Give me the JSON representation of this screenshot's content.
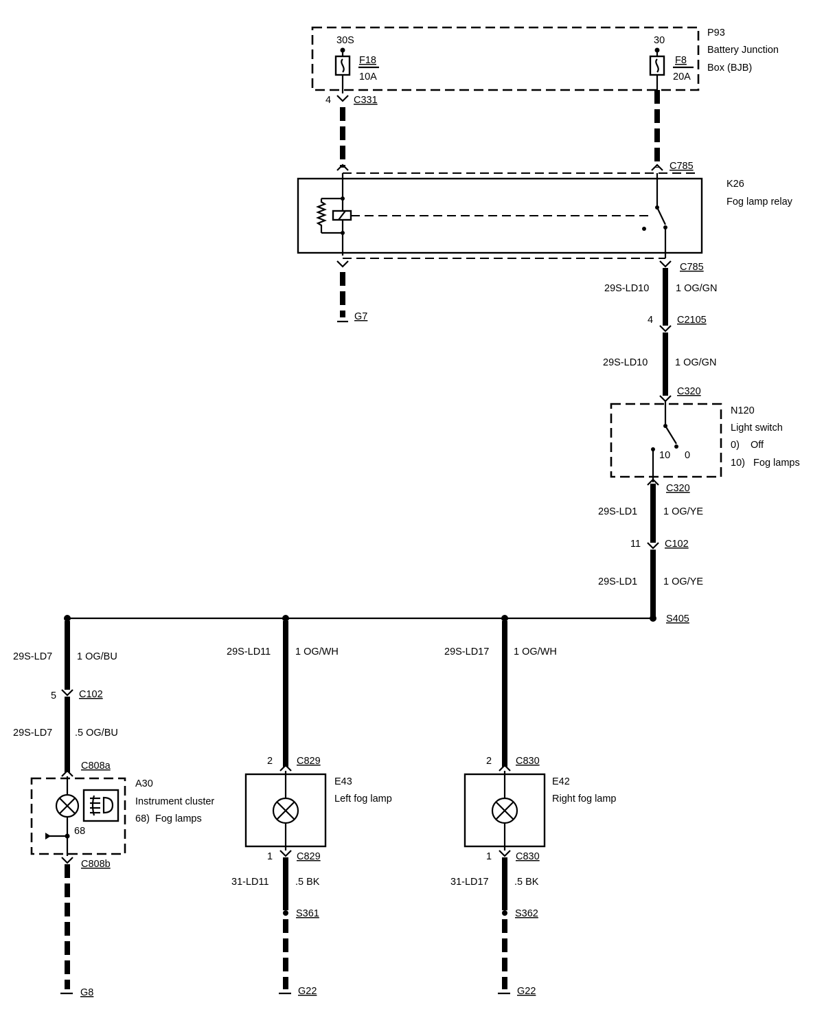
{
  "components": {
    "p93": {
      "ref": "P93",
      "name1": "Battery Junction",
      "name2": "Box (BJB)"
    },
    "k26": {
      "ref": "K26",
      "name": "Fog lamp relay"
    },
    "n120": {
      "ref": "N120",
      "name": "Light switch",
      "opt1": "0)    Off",
      "opt2": "10)   Fog lamps",
      "pos10": "10",
      "pos0": "0"
    },
    "a30": {
      "ref": "A30",
      "name": "Instrument cluster",
      "func": "68)  Fog lamps",
      "pin": "68"
    },
    "e43": {
      "ref": "E43",
      "name": "Left fog lamp"
    },
    "e42": {
      "ref": "E42",
      "name": "Right fog lamp"
    }
  },
  "fuses": {
    "f18": {
      "id": "F18",
      "rating": "10A",
      "supply": "30S"
    },
    "f8": {
      "id": "F8",
      "rating": "20A",
      "supply": "30"
    }
  },
  "connectors": {
    "c331": "C331",
    "c331_pin": "4",
    "c785_top": "C785",
    "c785_bot": "C785",
    "c2105": "C2105",
    "c2105_pin": "4",
    "c320_top": "C320",
    "c320_bot": "C320",
    "c102_main": "C102",
    "c102_main_pin": "11",
    "c102_a30": "C102",
    "c102_a30_pin": "5",
    "c808a": "C808a",
    "c808b": "C808b",
    "c829_top": "C829",
    "c829_top_pin": "2",
    "c829_bot": "C829",
    "c829_bot_pin": "1",
    "c830_top": "C830",
    "c830_top_pin": "2",
    "c830_bot": "C830",
    "c830_bot_pin": "1"
  },
  "splices": {
    "s405": "S405",
    "s361": "S361",
    "s362": "S362"
  },
  "grounds": {
    "g7": "G7",
    "g8": "G8",
    "g22_left": "G22",
    "g22_right": "G22"
  },
  "wires": {
    "w1": {
      "circuit": "29S-LD10",
      "spec": "1 OG/GN"
    },
    "w2": {
      "circuit": "29S-LD10",
      "spec": "1 OG/GN"
    },
    "w3": {
      "circuit": "29S-LD1",
      "spec": "1 OG/YE"
    },
    "w4": {
      "circuit": "29S-LD1",
      "spec": "1 OG/YE"
    },
    "w5": {
      "circuit": "29S-LD7",
      "spec": "1 OG/BU"
    },
    "w6": {
      "circuit": "29S-LD7",
      "spec": ".5 OG/BU"
    },
    "w7": {
      "circuit": "29S-LD11",
      "spec": "1 OG/WH"
    },
    "w8": {
      "circuit": "29S-LD17",
      "spec": "1 OG/WH"
    },
    "w9": {
      "circuit": "31-LD11",
      "spec": ".5 BK"
    },
    "w10": {
      "circuit": "31-LD17",
      "spec": ".5 BK"
    }
  }
}
